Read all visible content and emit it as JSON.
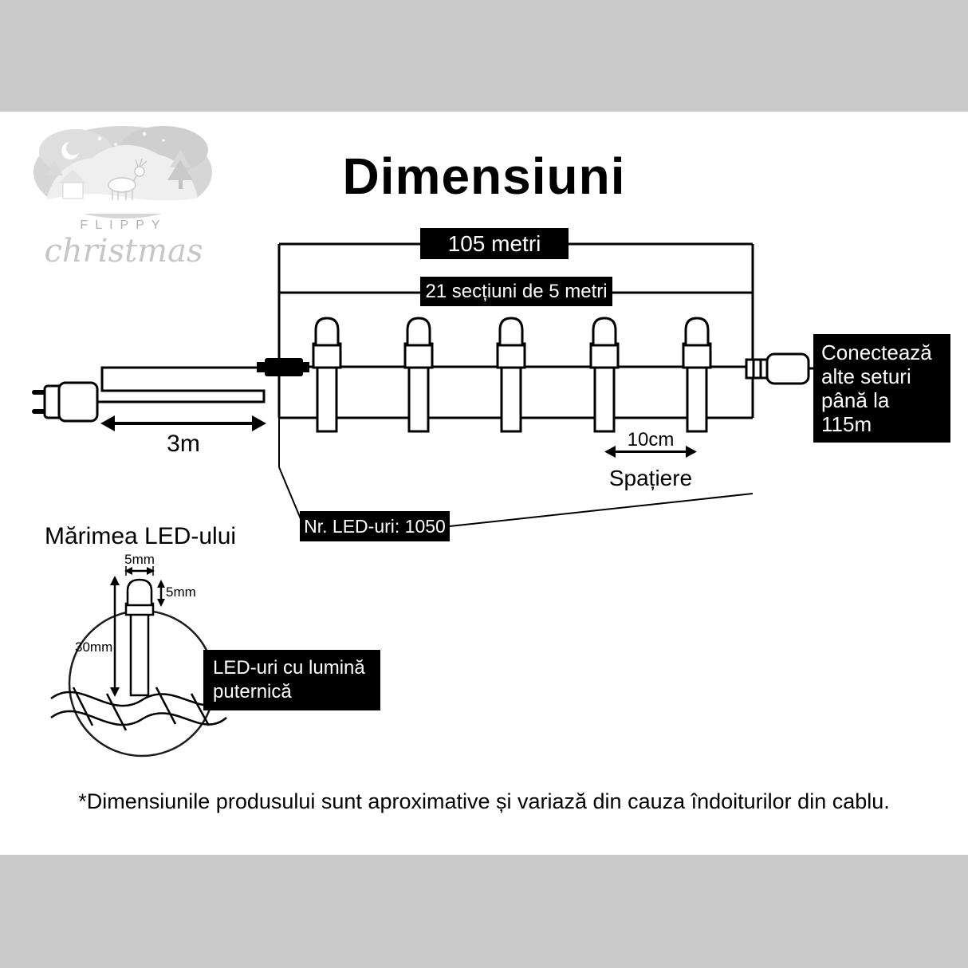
{
  "colors": {
    "band": "#c9c9c9",
    "content": "#ffffff",
    "label_box": "#000000",
    "label_text": "#ffffff",
    "ink": "#000000"
  },
  "title": "Dimensiuni",
  "logo": {
    "brand": "FLIPPY",
    "script": "christmas"
  },
  "string_diagram": {
    "total_length": "105 metri",
    "sections": "21 secțiuni de 5 metri",
    "lead_length": "3m",
    "spacing_value": "10cm",
    "spacing_label": "Spațiere",
    "connector_note": "Conectează\nalte seturi\npână la 115m",
    "led_count": "Nr. LED-uri: 1050",
    "bulb_count_drawn": 5
  },
  "led_size": {
    "heading": "Mărimea LED-ului",
    "tip_width": "5mm",
    "tip_height": "5mm",
    "body_height": "30mm",
    "note": "LED-uri cu lumină\nputernică"
  },
  "footnote": "*Dimensiunile produsului sunt aproximative și variază din cauza îndoiturilor din cablu."
}
